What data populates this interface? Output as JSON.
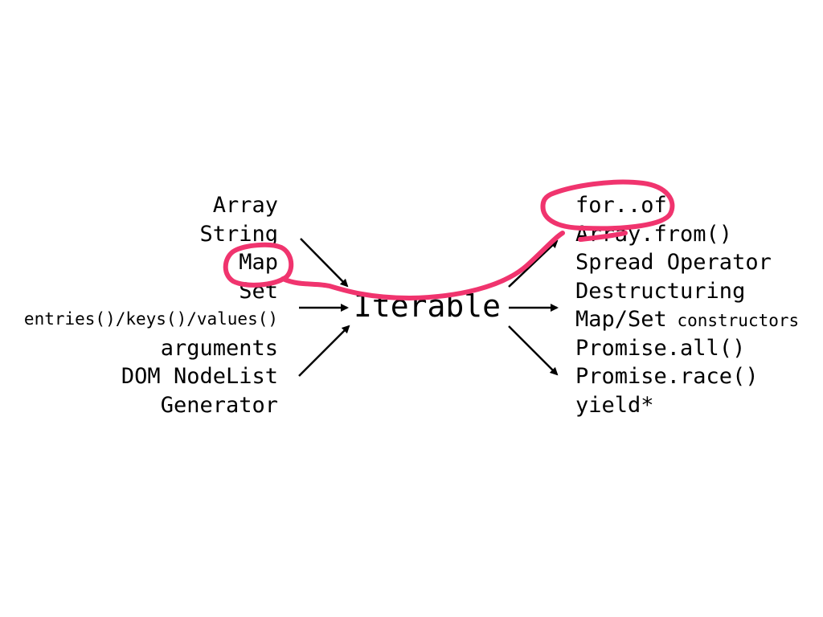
{
  "diagram": {
    "center": "Iterable",
    "sources": [
      "Array",
      "String",
      "Map",
      "Set",
      "entries()/keys()/values()",
      "arguments",
      "DOM NodeList",
      "Generator"
    ],
    "consumers": [
      {
        "main": "for..of",
        "suffix": ""
      },
      {
        "main": "Array.from()",
        "suffix": ""
      },
      {
        "main": "Spread Operator",
        "suffix": ""
      },
      {
        "main": "Destructuring",
        "suffix": ""
      },
      {
        "main": "Map/Set",
        "suffix": " constructors"
      },
      {
        "main": "Promise.all()",
        "suffix": ""
      },
      {
        "main": "Promise.race()",
        "suffix": ""
      },
      {
        "main": "yield*",
        "suffix": ""
      }
    ]
  },
  "colors": {
    "text": "#000000",
    "arrow": "#000000",
    "annotation": "#f0346e",
    "background": "#ffffff"
  }
}
